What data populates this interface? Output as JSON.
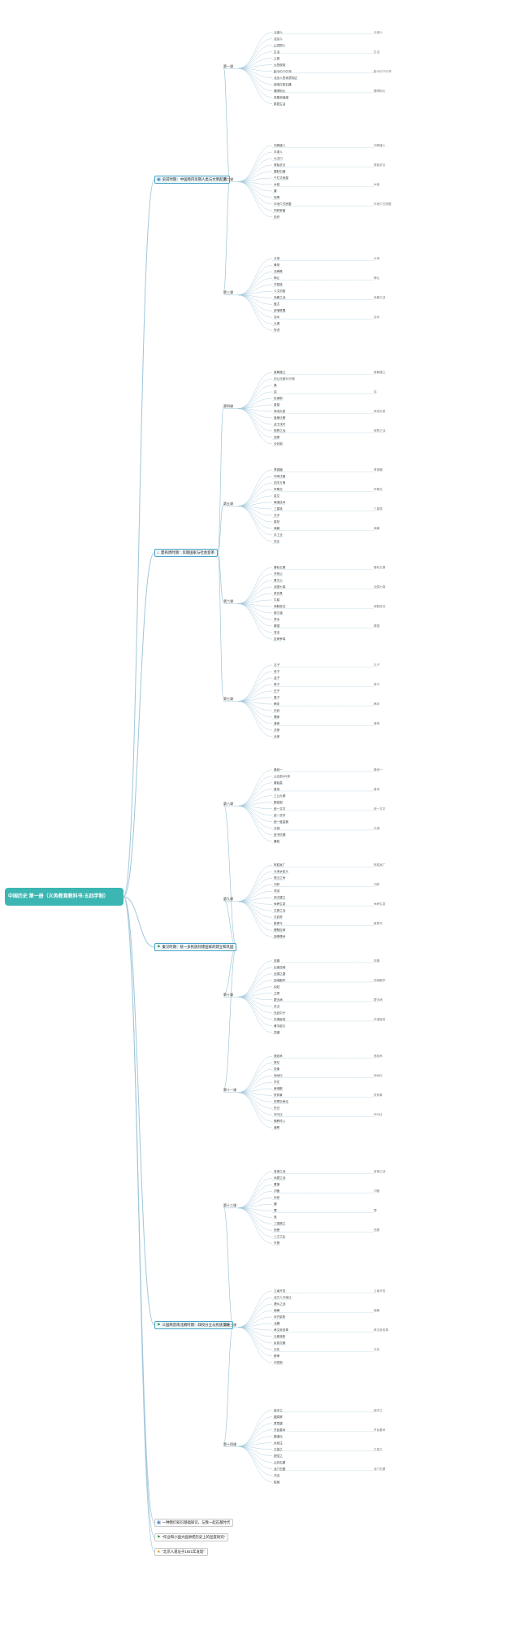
{
  "root": {
    "label": "中国历史 第一册（义务教育教科书·五四学制）"
  },
  "colors": {
    "root_fill": "#3cb6b3",
    "branch_stroke": "#4aa3c8",
    "line": "#9fc7d9"
  },
  "branches": [
    {
      "id": "u1",
      "label": "史前时期：中国境内早期人类与文明起源",
      "icon": "monitor-icon",
      "lessons": [
        {
          "label": "第一课",
          "leaves": [
            "元谋人",
            "北京人",
            "山顶洞人",
            "生活",
            "工具",
            "火的使用",
            "距今约70万年",
            "北京人的体质特征",
            "使用打制石器",
            "懂得用火",
            "采集和渔猎",
            "群居生活"
          ]
        },
        {
          "label": "第二课",
          "leaves": [
            "河姆渡人",
            "半坡人",
            "大汶口",
            "原始农业",
            "磨制石器",
            "干栏式房屋",
            "水稻",
            "粟",
            "彩陶",
            "半地穴式房屋",
            "饲养家畜",
            "纺织"
          ]
        },
        {
          "label": "第三课",
          "leaves": [
            "炎帝",
            "黄帝",
            "尧舜禹",
            "禅让",
            "华夏族",
            "人文初祖",
            "涿鹿之战",
            "蚩尤",
            "部落联盟",
            "治水",
            "大禹",
            "传说"
          ]
        }
      ]
    },
    {
      "id": "u2",
      "label": "夏商周时期：早期国家与社会变革",
      "icon": "house-icon",
      "lessons": [
        {
          "label": "第四课",
          "leaves": [
            "夏朝建立",
            "约公元前2070年",
            "禹",
            "启",
            "世袭制",
            "夏桀",
            "商汤灭夏",
            "盘庚迁殷",
            "武王伐纣",
            "牧野之战",
            "西周",
            "分封制"
          ]
        },
        {
          "label": "第五课",
          "leaves": [
            "青铜器",
            "司母戊鼎",
            "四羊方尊",
            "甲骨文",
            "金文",
            "铸造技术",
            "三星堆",
            "文字",
            "祭祀",
            "商朝",
            "手工业",
            "农业"
          ]
        },
        {
          "label": "第六课",
          "leaves": [
            "春秋五霸",
            "齐桓公",
            "晋文公",
            "战国七雄",
            "铁农具",
            "牛耕",
            "商鞅变法",
            "都江堰",
            "李冰",
            "秦国",
            "变法",
            "百家争鸣"
          ]
        },
        {
          "label": "第七课",
          "leaves": [
            "孔子",
            "老子",
            "孟子",
            "荀子",
            "庄子",
            "墨子",
            "韩非",
            "孙武",
            "儒家",
            "道家",
            "法家",
            "兵家"
          ]
        }
      ]
    },
    {
      "id": "u3",
      "label": "秦汉时期：统一多民族封建国家的建立和巩固",
      "icon": "flag-icon",
      "lessons": [
        {
          "label": "第八课",
          "leaves": [
            "秦统一",
            "公元前221年",
            "秦始皇",
            "皇帝",
            "三公九卿",
            "郡县制",
            "统一文字",
            "统一货币",
            "统一度量衡",
            "长城",
            "焚书坑儒",
            "暴政"
          ]
        },
        {
          "label": "第九课",
          "leaves": [
            "陈胜吴广",
            "大泽乡起义",
            "楚汉之争",
            "刘邦",
            "项羽",
            "西汉建立",
            "休养生息",
            "文景之治",
            "汉武帝",
            "推恩令",
            "罢黜百家",
            "独尊儒术"
          ]
        },
        {
          "label": "第十课",
          "leaves": [
            "张骞",
            "出使西域",
            "丝绸之路",
            "西域都护",
            "匈奴",
            "卫青",
            "霍去病",
            "东汉",
            "光武中兴",
            "外戚宦官",
            "黄巾起义",
            "党锢"
          ]
        },
        {
          "label": "第十一课",
          "leaves": [
            "造纸术",
            "蔡伦",
            "张衡",
            "地动仪",
            "华佗",
            "麻沸散",
            "张仲景",
            "伤寒杂病论",
            "史记",
            "司马迁",
            "佛教传入",
            "道教"
          ]
        }
      ]
    },
    {
      "id": "u4",
      "label": "三国两晋南北朝时期：政权分立与民族交融",
      "icon": "flag-icon",
      "lessons": [
        {
          "label": "第十二课",
          "leaves": [
            "官渡之战",
            "赤壁之战",
            "曹操",
            "刘备",
            "孙权",
            "魏",
            "蜀",
            "吴",
            "三国鼎立",
            "西晋",
            "八王之乱",
            "东晋"
          ]
        },
        {
          "label": "第十三课",
          "leaves": [
            "江南开发",
            "北方人口南迁",
            "淝水之战",
            "南朝",
            "宋齐梁陈",
            "北魏",
            "孝文帝改革",
            "迁都洛阳",
            "民族交融",
            "汉化",
            "鲜卑",
            "均田制"
          ]
        },
        {
          "label": "第十四课",
          "leaves": [
            "祖冲之",
            "圆周率",
            "贾思勰",
            "齐民要术",
            "郦道元",
            "水经注",
            "王羲之",
            "顾恺之",
            "云冈石窟",
            "龙门石窟",
            "书法",
            "绘画"
          ]
        }
      ]
    }
  ],
  "footer_nodes": [
    {
      "label": "一种我们知识基础知识，与我一起石基时代",
      "icon": "monitor-icon"
    },
    {
      "label": "“作业和小面大面讲把历史上的显度研究”",
      "icon": "flag-icon"
    },
    {
      "label": "“北京人遗址于1921年发现”",
      "icon": "star-icon"
    }
  ]
}
